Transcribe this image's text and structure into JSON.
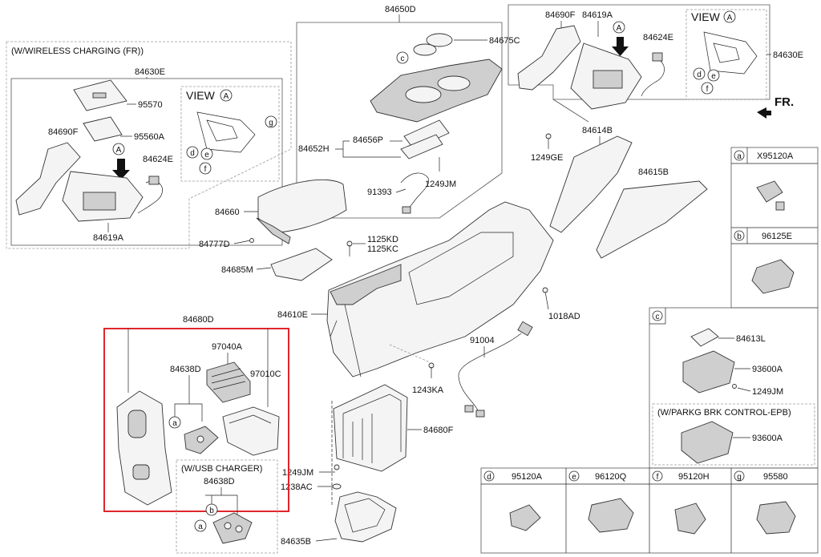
{
  "groups": {
    "wireless": "(W/WIRELESS CHARGING (FR))",
    "usb": "(W/USB CHARGER)",
    "epb": "(W/PARKG BRK CONTROL-EPB)",
    "view_a": "VIEW",
    "arrow_a": "A",
    "fr": "FR."
  },
  "parts": {
    "p84650D": "84650D",
    "p84675C": "84675C",
    "p84656P": "84656P",
    "p84652H": "84652H",
    "p91393": "91393",
    "p1249JM_top": "1249JM",
    "p84630E_left": "84630E",
    "p95570": "95570",
    "p95560A": "95560A",
    "p84690F_left": "84690F",
    "p84624E_left": "84624E",
    "p84619A_left": "84619A",
    "p84690F_right": "84690F",
    "p84619A_right": "84619A",
    "p84624E_right": "84624E",
    "p84630E_right": "84630E",
    "p1249GE": "1249GE",
    "p84614B": "84614B",
    "p84615B": "84615B",
    "p84660": "84660",
    "p84777D": "84777D",
    "p84685M": "84685M",
    "p1125KD": "1125KD",
    "p1125KC": "1125KC",
    "p84610E": "84610E",
    "p1018AD": "1018AD",
    "p84680D": "84680D",
    "p97040A": "97040A",
    "p84638D": "84638D",
    "p97010C": "97010C",
    "p84638D_usb": "84638D",
    "p91004": "91004",
    "p1243KA": "1243KA",
    "p84680F": "84680F",
    "p1249JM_mid": "1249JM",
    "p1238AC": "1238AC",
    "p84635B": "84635B",
    "pX95120A": "X95120A",
    "p96125E": "96125E",
    "p84613L": "84613L",
    "p93600A_c": "93600A",
    "p1249JM_c": "1249JM",
    "p93600A_epb": "93600A",
    "p95120A": "95120A",
    "p96120Q": "96120Q",
    "p95120H": "95120H",
    "p95580": "95580"
  },
  "callouts": {
    "a": "a",
    "b": "b",
    "c": "c",
    "d": "d",
    "e": "e",
    "f": "f",
    "g": "g"
  },
  "colors": {
    "highlight": "#e0262c"
  }
}
